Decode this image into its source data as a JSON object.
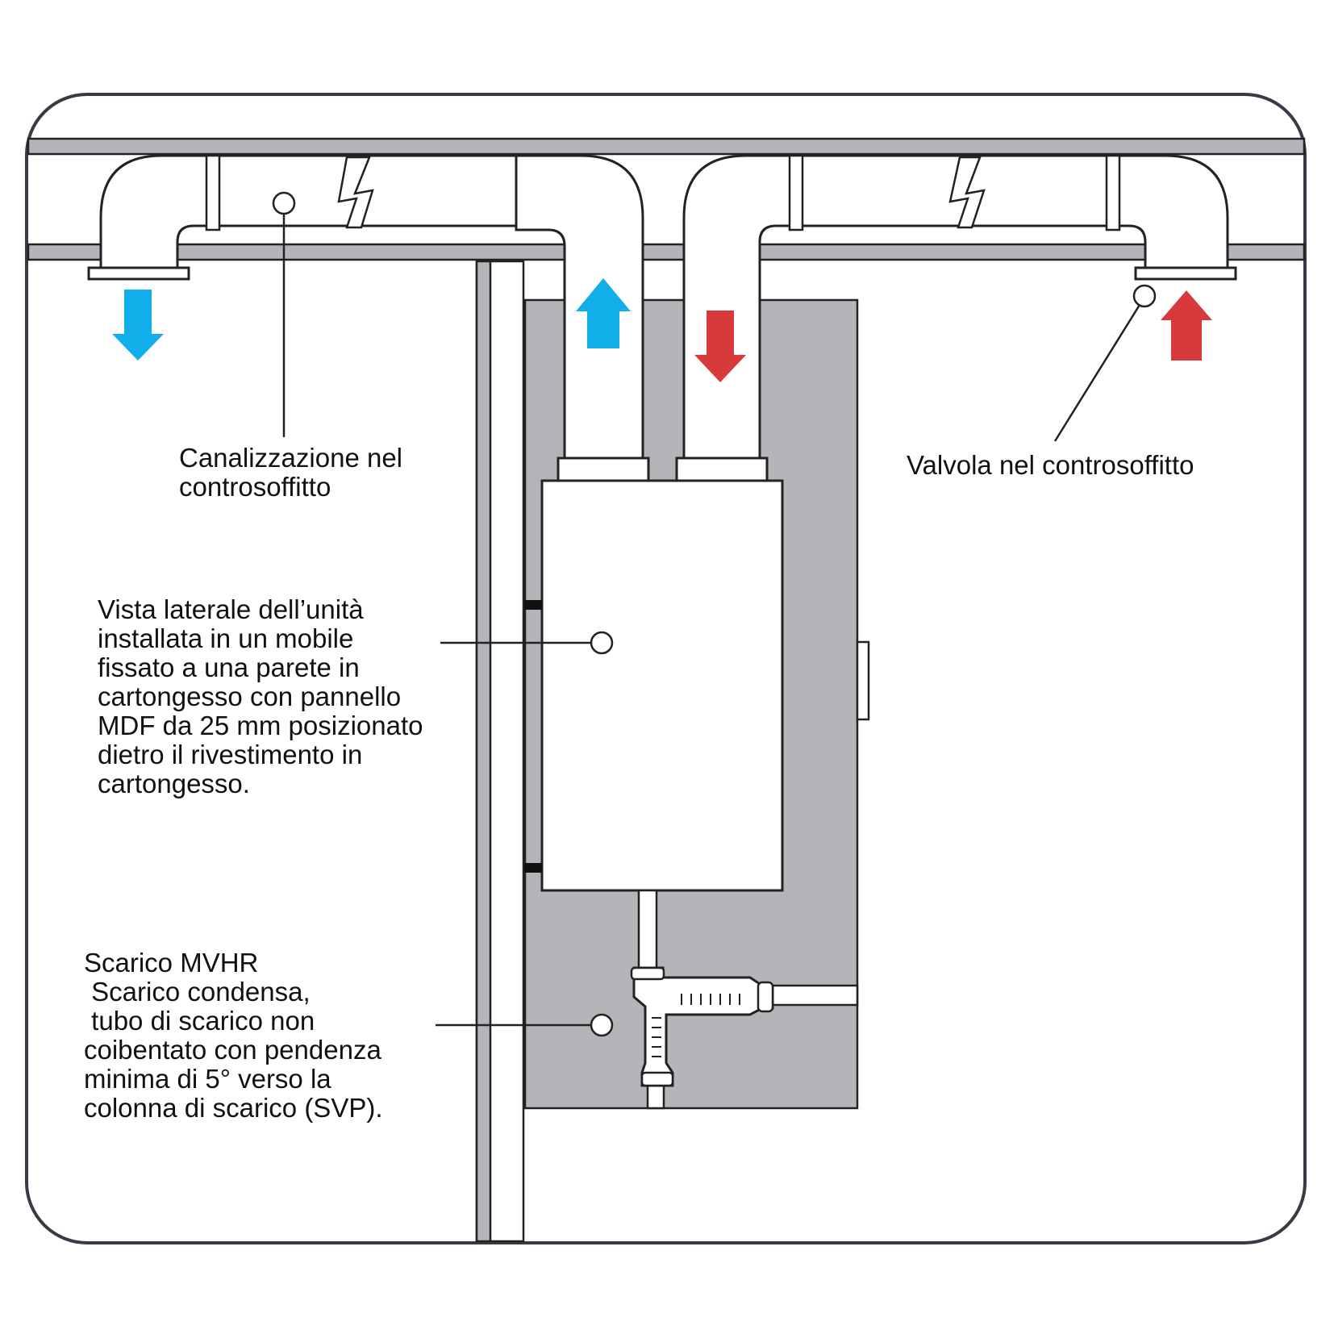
{
  "labels": {
    "ducting": "Canalizzazione nel\ncontrosoffitto",
    "valve": "Valvola nel controsoffitto",
    "unit": "Vista laterale dell’unità\ninstallata in un mobile\nfissato a una parete in\ncartongesso con pannello\nMDF da 25 mm posizionato\ndietro il rivestimento in\ncartongesso.",
    "drain": "Scarico MVHR\n Scarico condensa,\n tubo di scarico non\ncoibentato con pendenza\nminima di 5° verso la\ncolonna di scarico (SVP)."
  },
  "colors": {
    "outline": "#2b2b33",
    "frame": "#3a3a46",
    "joist": "#b3b5b8",
    "panel": "#b3b5b8",
    "blue_arrow": "#12aee9",
    "red_arrow": "#d8393b"
  }
}
